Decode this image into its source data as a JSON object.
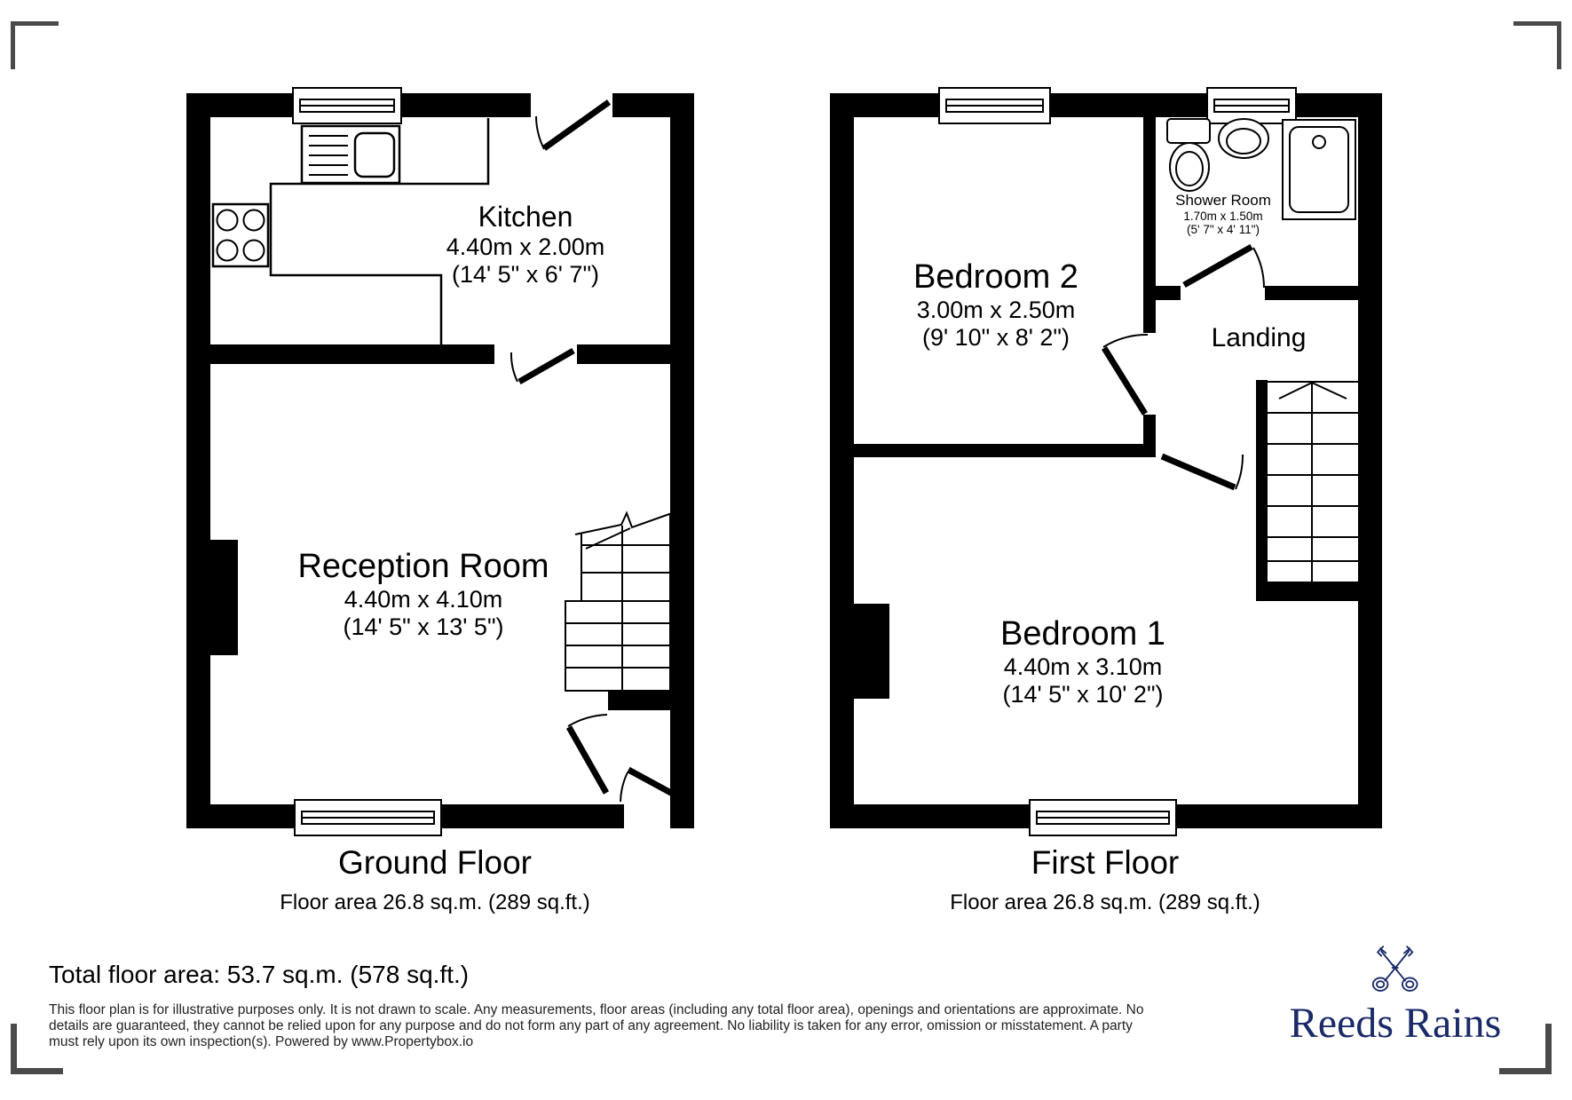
{
  "floors": [
    {
      "title": "Ground Floor",
      "area_label": "Floor area 26.8 sq.m. (289 sq.ft.)",
      "rooms": [
        {
          "name": "Kitchen",
          "dim_m": "4.40m x 2.00m",
          "dim_ft": "(14' 5\" x 6' 7\")"
        },
        {
          "name": "Reception Room",
          "dim_m": "4.40m x 4.10m",
          "dim_ft": "(14' 5\" x 13' 5\")"
        }
      ]
    },
    {
      "title": "First Floor",
      "area_label": "Floor area 26.8 sq.m. (289 sq.ft.)",
      "rooms": [
        {
          "name": "Bedroom 2",
          "dim_m": "3.00m x 2.50m",
          "dim_ft": "(9' 10\" x 8' 2\")"
        },
        {
          "name": "Shower Room",
          "dim_m": "1.70m x 1.50m",
          "dim_ft": "(5' 7\" x 4' 11\")"
        },
        {
          "name": "Landing"
        },
        {
          "name": "Bedroom 1",
          "dim_m": "4.40m x 3.10m",
          "dim_ft": "(14' 5\" x 10' 2\")"
        }
      ]
    }
  ],
  "summary": {
    "total_area": "Total floor area: 53.7 sq.m. (578 sq.ft.)"
  },
  "disclaimer": "This floor plan is for illustrative purposes only. It is not drawn to scale. Any measurements, floor areas (including any total floor area), openings and orientations are approximate. No details are guaranteed, they cannot be relied upon for any purpose and do not form any part of any agreement. No liability is taken for any error, omission or misstatement. A party must rely upon its own inspection(s). Powered by www.Propertybox.io",
  "brand": {
    "name": "Reeds Rains",
    "color": "#1b2a68",
    "icon": "crossed-keys-icon"
  },
  "colors": {
    "walls": "#000000",
    "corner_marks": "#4a4a4a"
  }
}
